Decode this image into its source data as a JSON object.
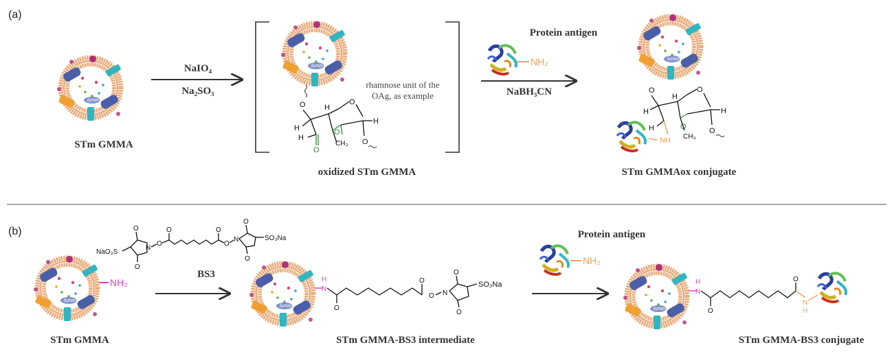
{
  "panel_a": {
    "tag": "(a)",
    "start_label": "STm GMMA",
    "reagent_top": "NaIO₄",
    "reagent_bottom": "Na₂SO₃",
    "rhamnose_note_line1": "rhamnose unit of the",
    "rhamnose_note_line2": "OAg, as example",
    "oxidized_label": "oxidized STm GMMA",
    "protein_label": "Protein antigen",
    "protein_amine": "NH₂",
    "reductant": "NaBH₃CN",
    "conjugate_label": "STm GMMAox conjugate"
  },
  "panel_b": {
    "tag": "(b)",
    "start_label": "STm GMMA",
    "start_amine": "NH₂",
    "linker_label": "BS3",
    "linker_left_group": "NaO₃S",
    "linker_right_group": "SO₃Na",
    "intermediate_label": "STm GMMA-BS3 intermediate",
    "intermediate_group": "SO₃Na",
    "protein_label": "Protein antigen",
    "protein_amine": "NH₂",
    "conjugate_label": "STm GMMA-BS3 conjugate"
  },
  "chem_atoms": {
    "O": "O",
    "H": "H",
    "N": "N",
    "NH": "NH",
    "CH3": "CH₃",
    "lumen": "lumen"
  },
  "colors": {
    "membrane": "#e8a673",
    "vesicle_fill": "#f6d6b8",
    "protein_blue": "#4a5fa8",
    "protein_teal": "#2fb6c4",
    "protein_orange": "#f0a030",
    "dot_magenta": "#b0307a",
    "amine_orange": "#f0a060",
    "amine_magenta": "#e040c0",
    "aldehyde_green": "#2a8a2a",
    "divider": "#777777"
  }
}
